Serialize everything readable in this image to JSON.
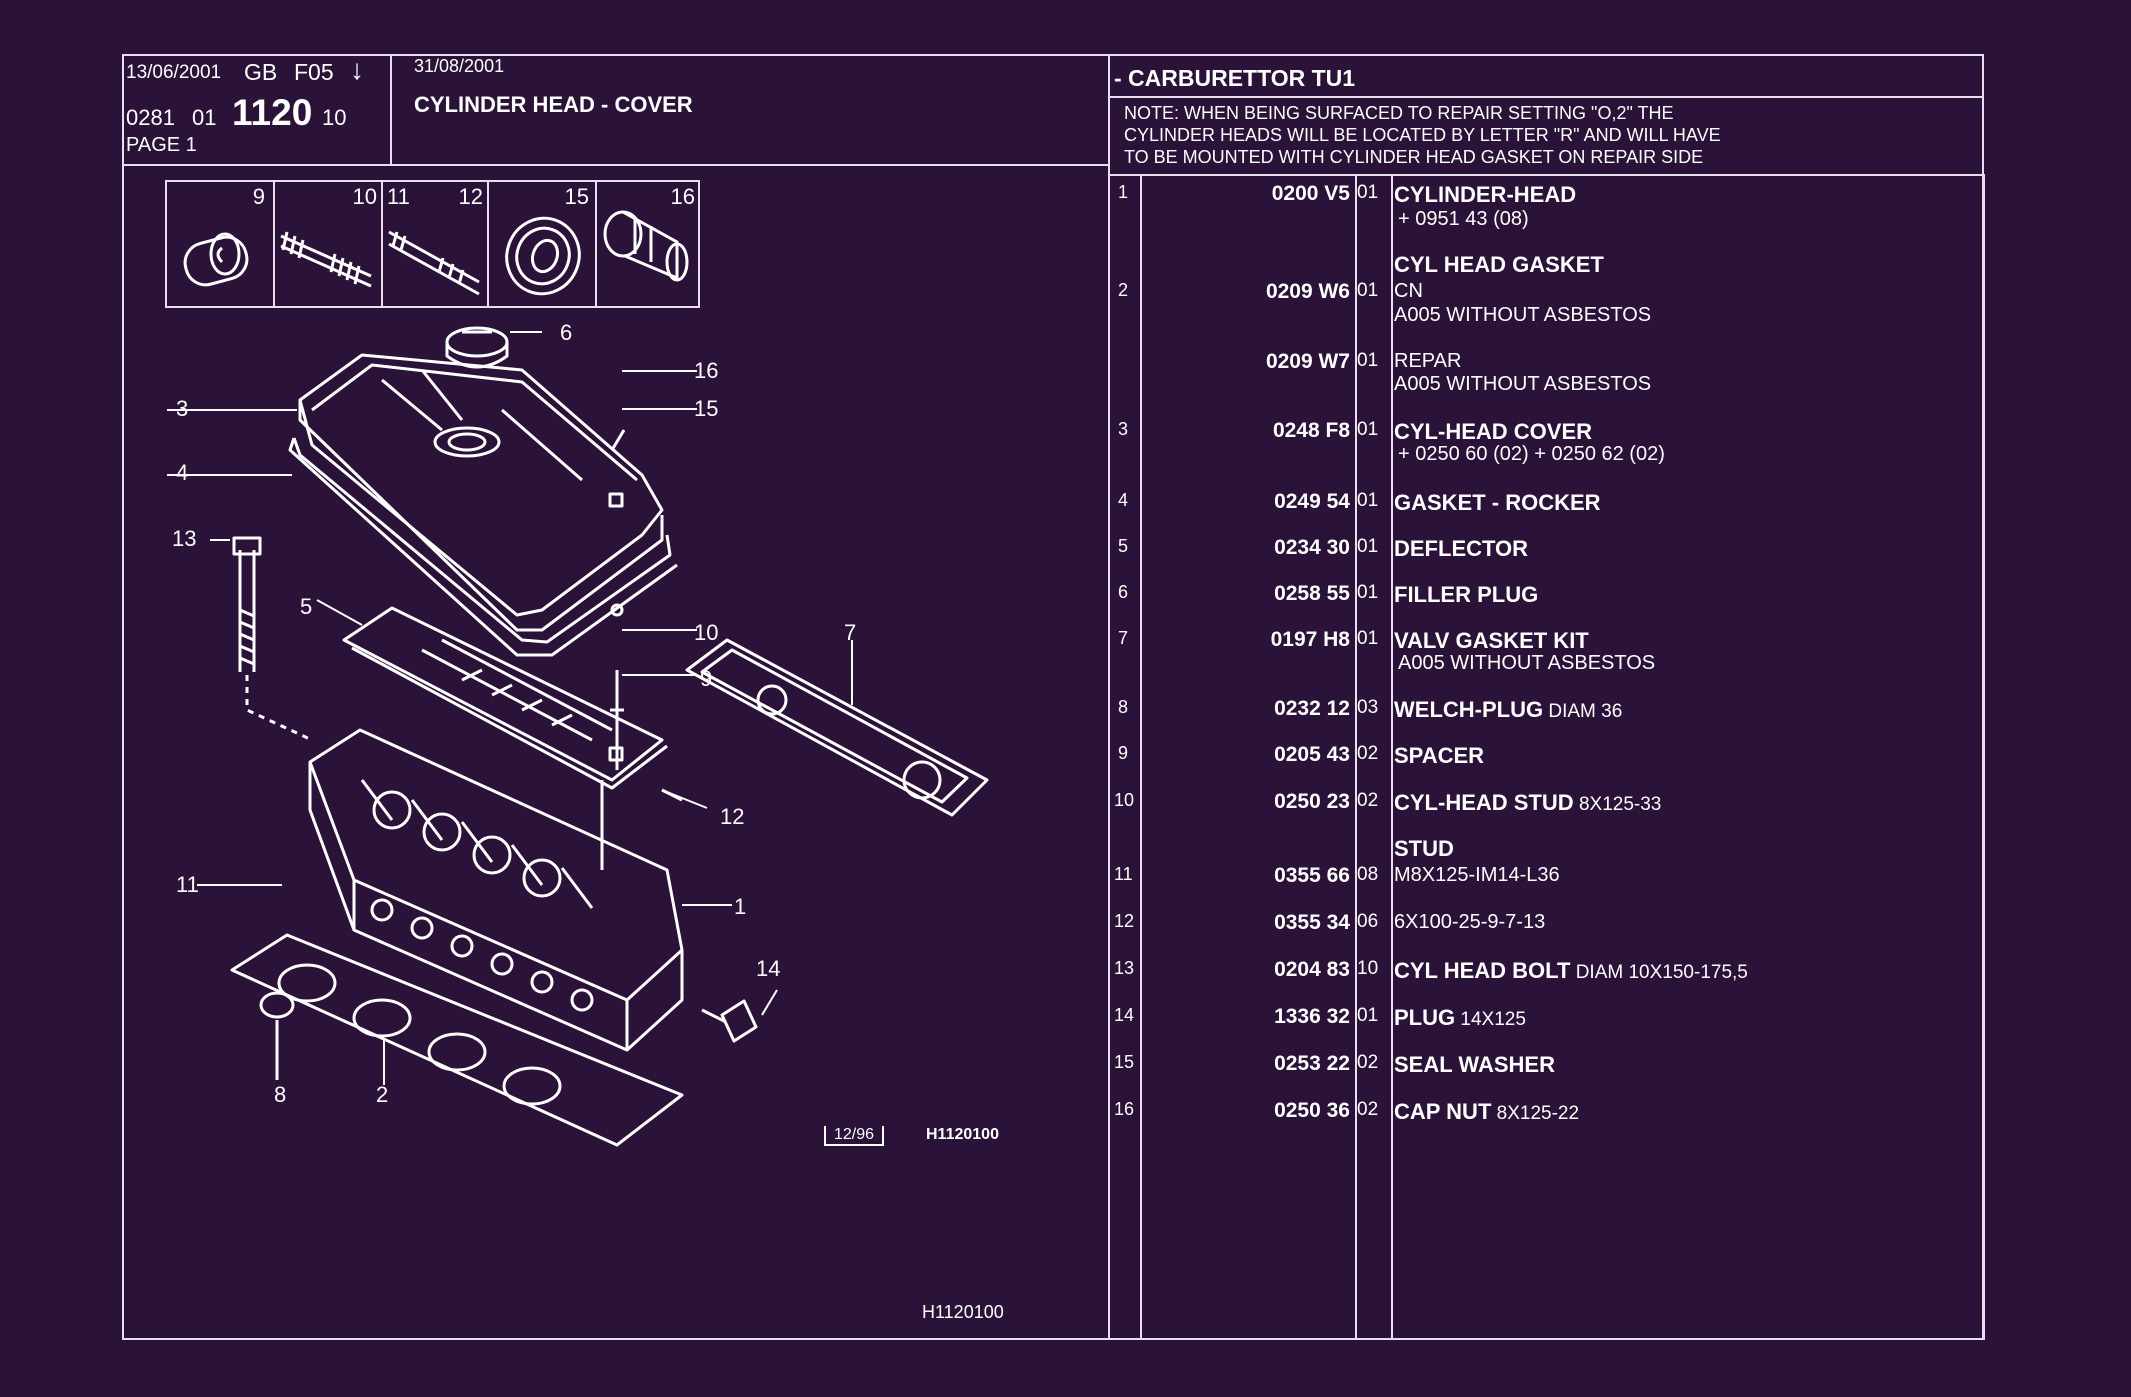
{
  "header": {
    "date1": "13/06/2001",
    "lang": "GB",
    "code": "F05",
    "arrow": "↓",
    "ref_a": "0281",
    "ref_b": "01",
    "ref_main": "1120",
    "ref_c": "10",
    "page": "PAGE  1",
    "date2": "31/08/2001",
    "title": "CYLINDER HEAD - COVER",
    "section": "- CARBURETTOR TU1",
    "note_1": "NOTE: WHEN BEING SURFACED TO REPAIR SETTING \"O,2\" THE",
    "note_2": "CYLINDER HEADS WILL BE LOCATED BY LETTER \"R\" AND WILL HAVE",
    "note_3": "TO BE MOUNTED WITH CYLINDER HEAD GASKET ON REPAIR SIDE"
  },
  "thumbs": [
    "9",
    "10",
    "11",
    "12",
    "15",
    "16"
  ],
  "diagram": {
    "labels": [
      "6",
      "16",
      "15",
      "3",
      "4",
      "13",
      "5",
      "10",
      "9",
      "7",
      "12",
      "11",
      "1",
      "14",
      "8",
      "2"
    ],
    "stamp": "12/96",
    "code_small": "H1120100",
    "code_bottom": "H1120100"
  },
  "parts": [
    {
      "idx": "1",
      "ref": "0200 V5",
      "qty": "01",
      "desc": "CYLINDER-HEAD",
      "extra": "",
      "sub": "+ 0951 43 (08)"
    },
    {
      "idx": "",
      "ref": "",
      "qty": "",
      "desc": "CYL HEAD GASKET",
      "extra": "",
      "sub": ""
    },
    {
      "idx": "2",
      "ref": "0209 W6",
      "qty": "01",
      "desc": "",
      "extra": "",
      "sub": "CN"
    },
    {
      "idx": "",
      "ref": "",
      "qty": "",
      "desc": "",
      "extra": "",
      "sub": "A005 WITHOUT ASBESTOS"
    },
    {
      "idx": "",
      "ref": "0209 W7",
      "qty": "01",
      "desc": "",
      "extra": "",
      "sub": "REPAR"
    },
    {
      "idx": "",
      "ref": "",
      "qty": "",
      "desc": "",
      "extra": "",
      "sub": "A005 WITHOUT ASBESTOS"
    },
    {
      "idx": "3",
      "ref": "0248 F8",
      "qty": "01",
      "desc": "CYL-HEAD COVER",
      "extra": "",
      "sub": "+ 0250 60 (02)  + 0250 62 (02)"
    },
    {
      "idx": "4",
      "ref": "0249 54",
      "qty": "01",
      "desc": "GASKET - ROCKER",
      "extra": "",
      "sub": ""
    },
    {
      "idx": "5",
      "ref": "0234 30",
      "qty": "01",
      "desc": "DEFLECTOR",
      "extra": "",
      "sub": ""
    },
    {
      "idx": "6",
      "ref": "0258 55",
      "qty": "01",
      "desc": "FILLER PLUG",
      "extra": "",
      "sub": ""
    },
    {
      "idx": "7",
      "ref": "0197 H8",
      "qty": "01",
      "desc": "VALV GASKET KIT",
      "extra": "",
      "sub": "A005 WITHOUT ASBESTOS"
    },
    {
      "idx": "8",
      "ref": "0232 12",
      "qty": "03",
      "desc": "WELCH-PLUG",
      "extra": " DIAM 36",
      "sub": ""
    },
    {
      "idx": "9",
      "ref": "0205 43",
      "qty": "02",
      "desc": "SPACER",
      "extra": "",
      "sub": ""
    },
    {
      "idx": "10",
      "ref": "0250 23",
      "qty": "02",
      "desc": "CYL-HEAD STUD",
      "extra": " 8X125-33",
      "sub": ""
    },
    {
      "idx": "",
      "ref": "",
      "qty": "",
      "desc": "STUD",
      "extra": "",
      "sub": ""
    },
    {
      "idx": "11",
      "ref": "0355 66",
      "qty": "08",
      "desc": "",
      "extra": "",
      "sub": "M8X125-IM14-L36"
    },
    {
      "idx": "12",
      "ref": "0355 34",
      "qty": "06",
      "desc": "",
      "extra": "",
      "sub": "6X100-25-9-7-13"
    },
    {
      "idx": "13",
      "ref": "0204 83",
      "qty": "10",
      "desc": "CYL HEAD BOLT",
      "extra": " DIAM 10X150-175,5",
      "sub": ""
    },
    {
      "idx": "14",
      "ref": "1336 32",
      "qty": "01",
      "desc": "PLUG",
      "extra": " 14X125",
      "sub": ""
    },
    {
      "idx": "15",
      "ref": "0253 22",
      "qty": "02",
      "desc": "SEAL WASHER",
      "extra": "",
      "sub": ""
    },
    {
      "idx": "16",
      "ref": "0250 36",
      "qty": "02",
      "desc": "CAP NUT",
      "extra": " 8X125-22",
      "sub": ""
    }
  ]
}
